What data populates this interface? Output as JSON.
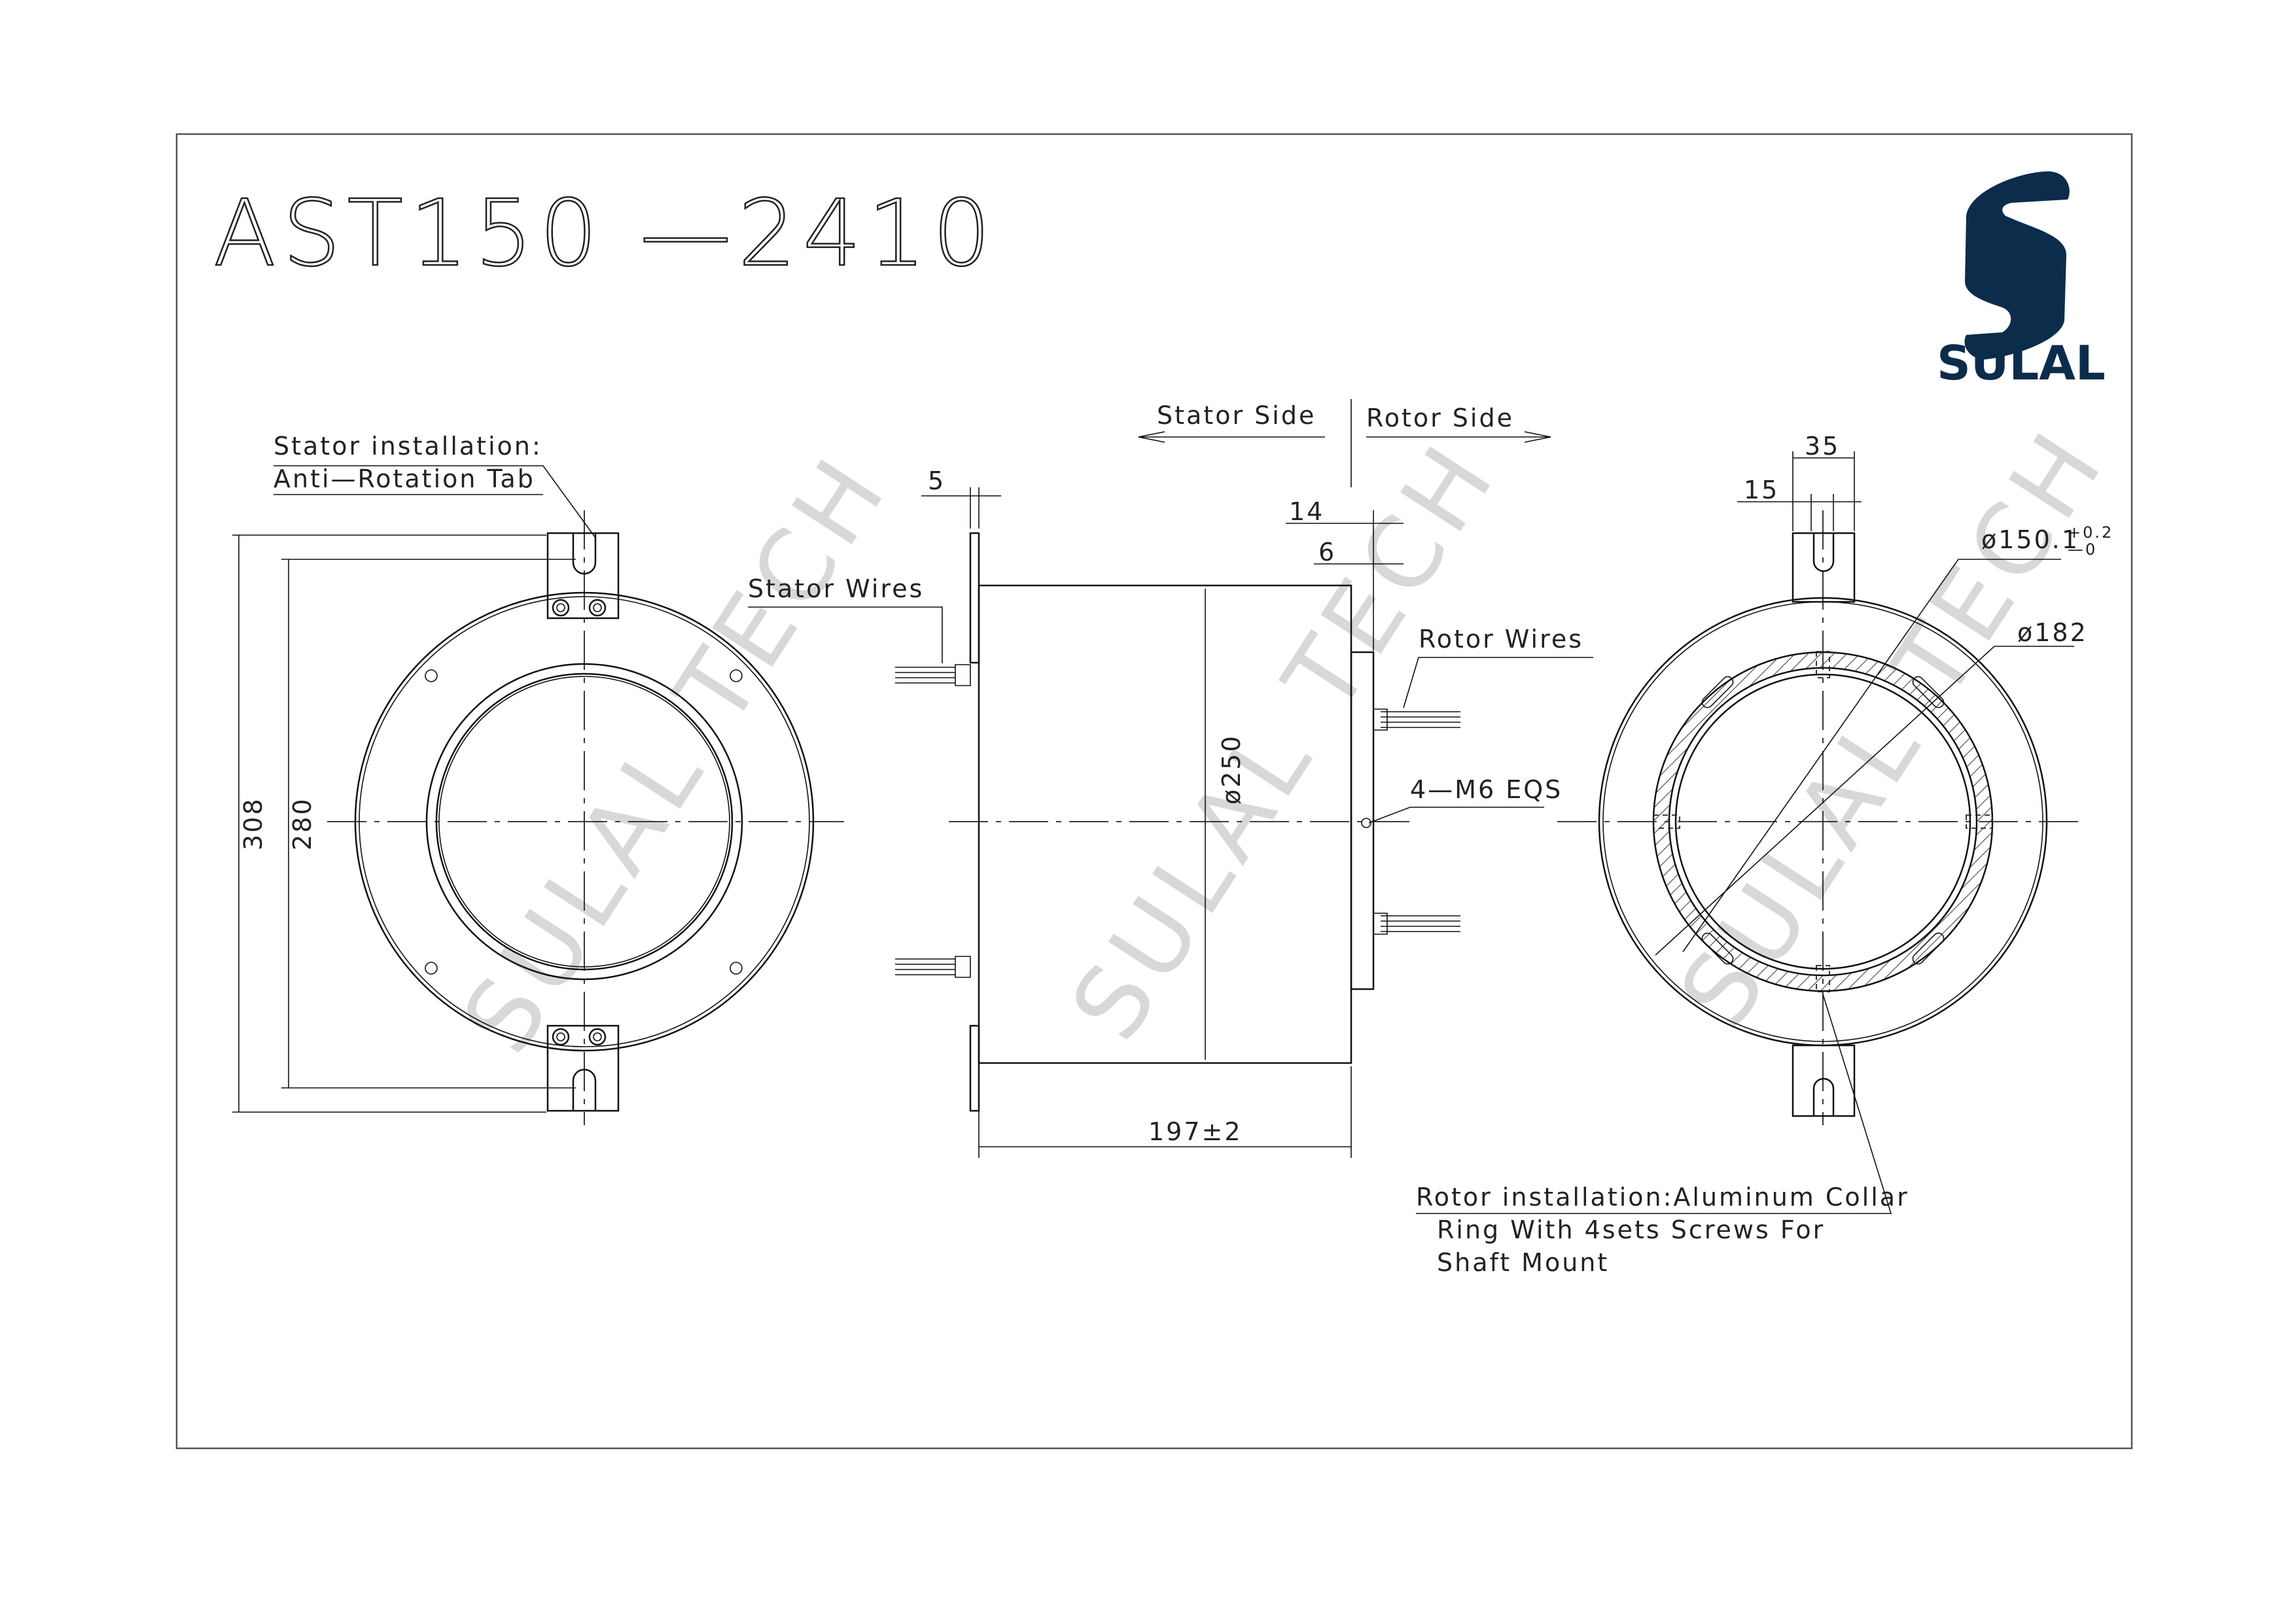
{
  "title": "AST150 —2410",
  "logo": {
    "text": "SULAL",
    "color": "#0c2c4b"
  },
  "watermark": "SULAL TECH",
  "left_view": {
    "note_line1": "Stator installation:",
    "note_line2": "Anti—Rotation Tab",
    "dim_outer": "308",
    "dim_inner": "280"
  },
  "side_view": {
    "stator_side": "Stator Side",
    "rotor_side": "Rotor Side",
    "dim_5": "5",
    "dim_14": "14",
    "dim_6": "6",
    "stator_wires": "Stator Wires",
    "rotor_wires": "Rotor Wires",
    "screws": "4—M6 EQS",
    "dim_diameter": "ø250",
    "dim_length": "197±2"
  },
  "right_view": {
    "dim_35": "35",
    "dim_15": "15",
    "dim_bore": "ø150.1",
    "tol_plus": "+0.2",
    "tol_minus": "—0",
    "dim_182": "ø182",
    "note_line1": "Rotor installation:Aluminum Collar",
    "note_line2": "Ring With 4sets Screws For",
    "note_line3": "Shaft Mount"
  }
}
